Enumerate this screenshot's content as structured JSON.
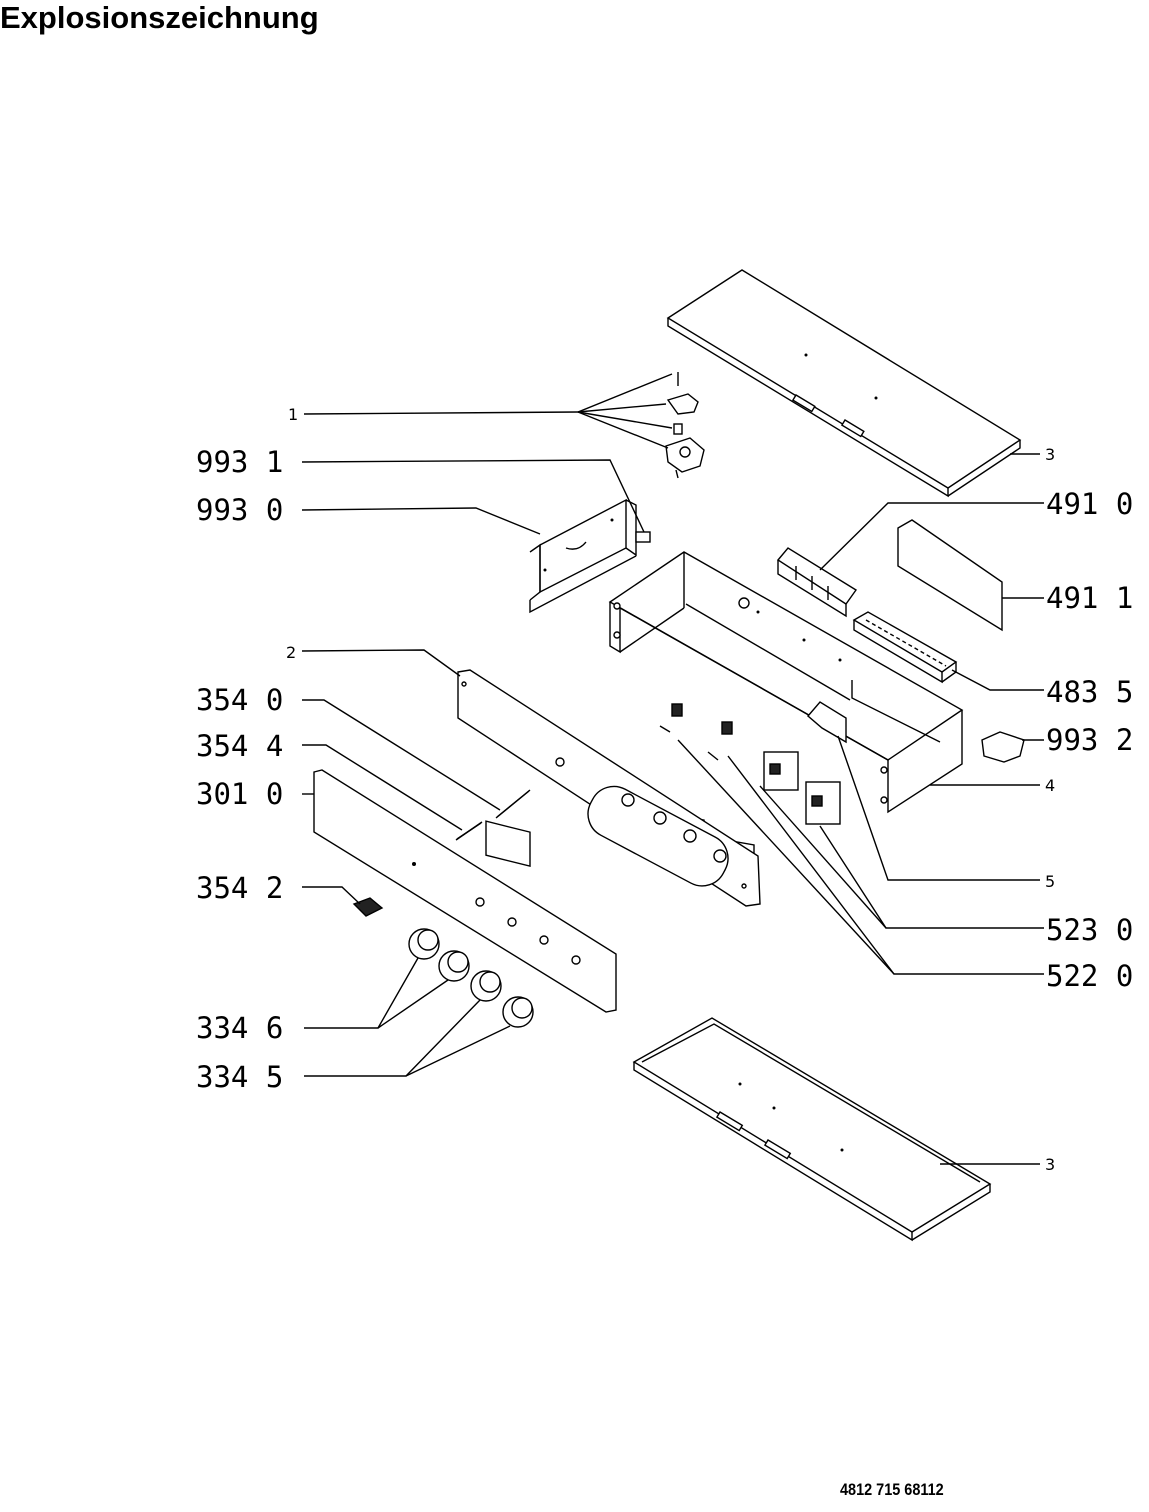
{
  "title": "Explosionszeichnung",
  "footer_code": "4812 715 68112",
  "labels": {
    "l_1": "1",
    "l_993_1": "993  1",
    "l_993_0": "993  0",
    "l_2": "2",
    "l_354_0": "354  0",
    "l_354_4": "354  4",
    "l_301_0": "301  0",
    "l_354_2": "354  2",
    "l_334_6": "334  6",
    "l_334_5": "334  5",
    "r_3_top": "3",
    "r_491_0": "491  0",
    "r_491_1": "491  1",
    "r_483_5": "483  5",
    "r_993_2": "993  2",
    "r_4": "4",
    "r_5": "5",
    "r_523_0": "523  0",
    "r_522_0": "522  0",
    "r_3_bottom": "3"
  }
}
